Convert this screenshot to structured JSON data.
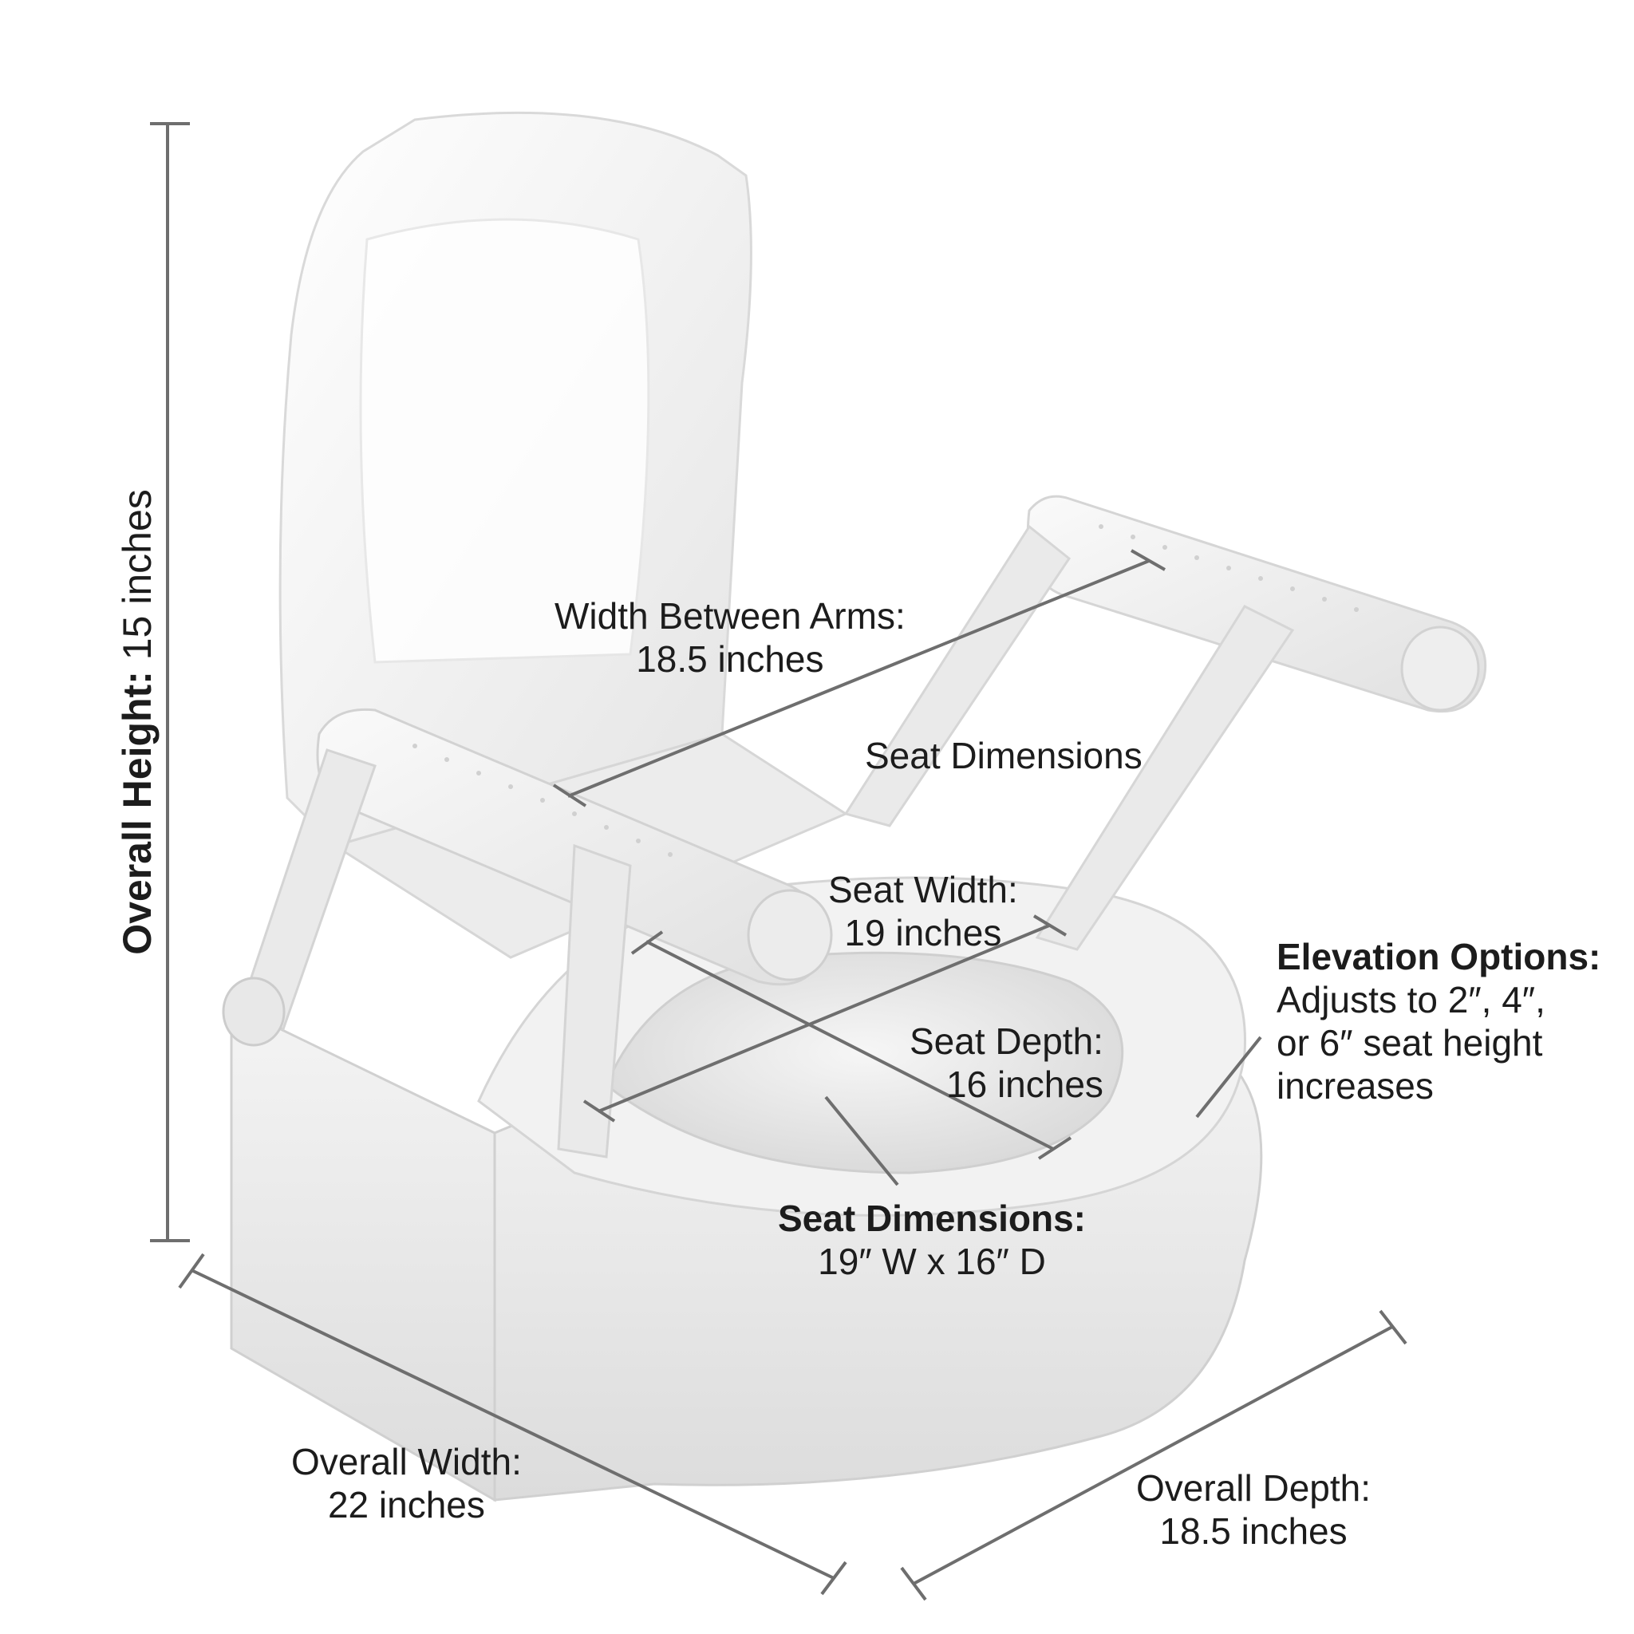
{
  "labels": {
    "overall_height": {
      "title": "Overall Height:",
      "value": "15 inches"
    },
    "width_between_arms": {
      "title": "Width Between Arms:",
      "value": "18.5 inches"
    },
    "seat_dimensions_header": {
      "text": "Seat Dimensions"
    },
    "seat_width": {
      "title": "Seat Width:",
      "value": "19 inches"
    },
    "seat_depth": {
      "title": "Seat Depth:",
      "value": "16 inches"
    },
    "seat_dimensions": {
      "title": "Seat Dimensions:",
      "value": "19″ W x 16″ D"
    },
    "elevation_options": {
      "title": "Elevation Options:",
      "line1": "Adjusts to 2″, 4″,",
      "line2": "or 6″ seat height",
      "line3": "increases"
    },
    "overall_width": {
      "title": "Overall Width:",
      "value": "22 inches"
    },
    "overall_depth": {
      "title": "Overall Depth:",
      "value": "18.5 inches"
    }
  },
  "colors": {
    "dimension_line": "#6e6e6e",
    "product_body": "#eeeeee",
    "product_shadow": "#d2d2d2",
    "product_highlight": "#fafafa"
  }
}
